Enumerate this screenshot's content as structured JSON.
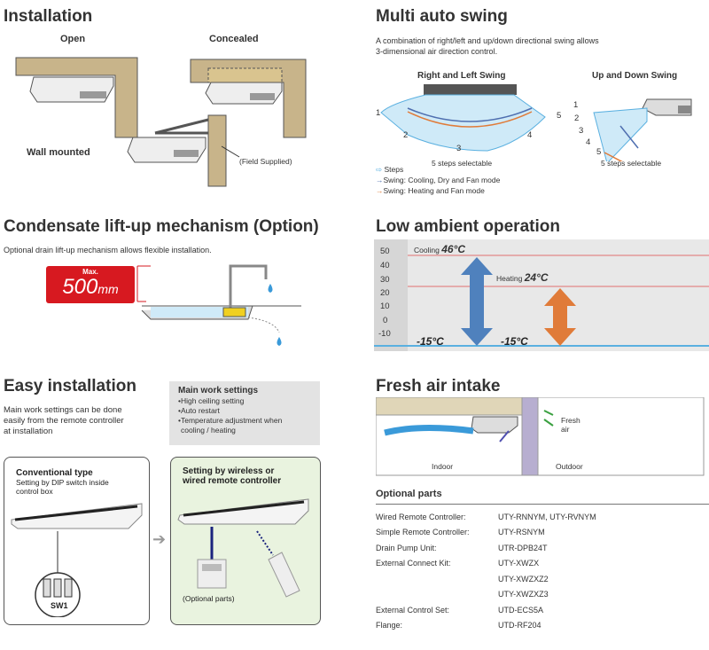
{
  "installation": {
    "title": "Installation",
    "open": "Open",
    "concealed": "Concealed",
    "wall": "Wall mounted",
    "field": "(Field Supplied)"
  },
  "swing": {
    "title": "Multi auto swing",
    "desc1": "A combination of right/left and up/down directional swing allows",
    "desc2": "3-dimensional air direction control.",
    "rl": "Right and Left Swing",
    "ud": "Up and Down Swing",
    "steps_rl": "5 steps selectable",
    "steps_ud": "5 steps selectable",
    "numbers": [
      "1",
      "2",
      "3",
      "4",
      "5"
    ],
    "legend": [
      "Steps",
      "Swing: Cooling, Dry and Fan  mode",
      "Swing: Heating and Fan mode"
    ]
  },
  "condensate": {
    "title": "Condensate lift-up mechanism (Option)",
    "desc": "Optional drain lift-up mechanism allows flexible installation.",
    "max": "Max.",
    "value": "500",
    "unit": "mm"
  },
  "low_ambient": {
    "title": "Low ambient operation",
    "ticks": [
      "50",
      "40",
      "30",
      "20",
      "10",
      "0",
      "-10"
    ],
    "cooling_label": "Cooling",
    "cooling_max": "46°C",
    "heating_label": "Heating",
    "heating_max": "24°C",
    "cooling_min": "-15°C",
    "heating_min": "-15°C",
    "colors": {
      "cooling": "#4f81bd",
      "heating": "#e07b39"
    }
  },
  "easy": {
    "title": "Easy installation",
    "desc": [
      "Main work settings can be done",
      "easily from the remote controller",
      "at installation"
    ],
    "settings_title": "Main work settings",
    "settings": [
      "•High ceiling  setting",
      "•Auto restart",
      "•Temperature adjustment when",
      "  cooling / heating"
    ],
    "conv_title": "Conventional type",
    "conv_desc": [
      "Setting by DIP switch inside",
      "control box"
    ],
    "sw": "SW1",
    "new_title": [
      "Setting by wireless or",
      "wired remote controller"
    ],
    "optional": "(Optional parts)"
  },
  "fresh": {
    "title": "Fresh air intake",
    "fresh": "Fresh",
    "air": "air",
    "indoor": "Indoor",
    "outdoor": "Outdoor"
  },
  "parts": {
    "title": "Optional parts",
    "rows": [
      [
        "Wired Remote Controller:",
        "UTY-RNNYM, UTY-RVNYM"
      ],
      [
        "Simple Remote Controller:",
        "UTY-RSNYM"
      ],
      [
        "Drain Pump Unit:",
        "UTR-DPB24T"
      ],
      [
        "External Connect Kit:",
        "UTY-XWZX"
      ],
      [
        "",
        "UTY-XWZXZ2"
      ],
      [
        "",
        "UTY-XWZXZ3"
      ],
      [
        "External Control Set:",
        "UTD-ECS5A"
      ],
      [
        "Flange:",
        "UTD-RF204"
      ]
    ]
  }
}
